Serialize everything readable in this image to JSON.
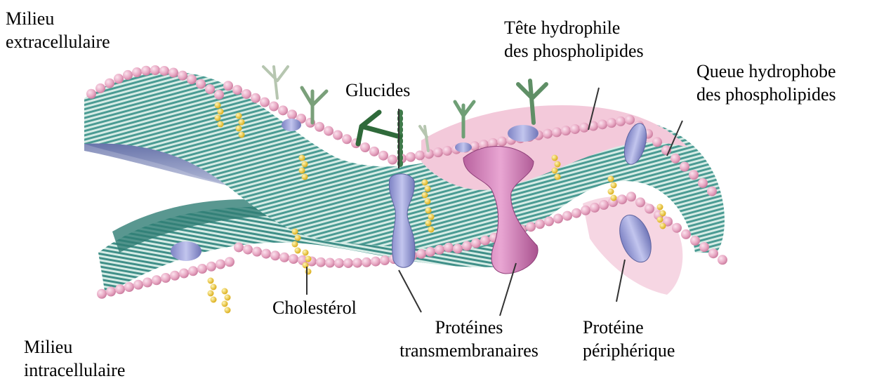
{
  "labels": {
    "milieu_extra": [
      "Milieu",
      "extracellulaire"
    ],
    "milieu_intra": [
      "Milieu",
      "intracellulaire"
    ],
    "glucides": "Glucides",
    "tete": [
      "Tête hydrophile",
      "des phospholipides"
    ],
    "queue": [
      "Queue hydrophobe",
      "des phospholipides"
    ],
    "cholesterol": "Cholestérol",
    "proteines_trans": [
      "Protéines",
      "transmembranaires"
    ],
    "proteine_peri": [
      "Protéine",
      "périphérique"
    ]
  },
  "colors": {
    "phospholipid_head": "#e8a9c4",
    "phospholipid_head_dark": "#c9799c",
    "tail_teal": "#4a9b93",
    "tail_light": "#d6ece6",
    "cholesterol": "#f2cf2b",
    "protein_blue": "#9b9fd6",
    "protein_pink": "#c97ab6",
    "glucide_green": "#3f7a4a",
    "leader_line": "#333333"
  }
}
